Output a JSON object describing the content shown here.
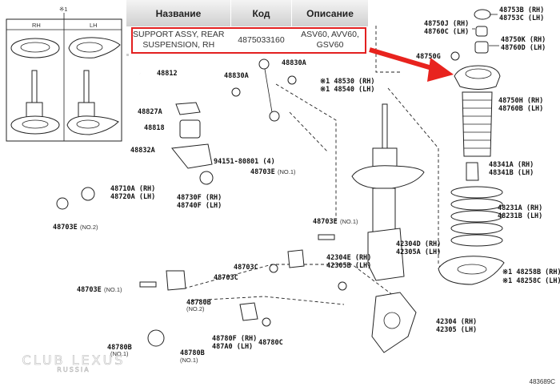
{
  "table": {
    "headers": [
      "Название",
      "Код",
      "Описание"
    ],
    "rows": [
      {
        "name": "SUPPORT ASSY, REAR SUSPENSION, RH",
        "code": "4875033160",
        "description": "ASV60, AVV60, GSV60",
        "highlighted": true
      }
    ],
    "highlight_color": "#e32020"
  },
  "inset": {
    "marker": "※1",
    "columns": [
      "RH",
      "LH"
    ]
  },
  "labels": {
    "l48753": [
      "48753B (RH)",
      "48753C (LH)"
    ],
    "l48750j": [
      "48750J (RH)",
      "48760C (LH)"
    ],
    "l48750k": [
      "48750K (RH)",
      "48760D (LH)"
    ],
    "l48750g": "48750G",
    "l48750h": [
      "48750H (RH)",
      "48760B (LH)"
    ],
    "l48341": [
      "48341A (RH)",
      "48341B (LH)"
    ],
    "l48231": [
      "48231A (RH)",
      "48231B (LH)"
    ],
    "l48258": [
      "※1 48258B (RH)",
      "※1 48258C (LH)"
    ],
    "l48530": [
      "※1 48530 (RH)",
      "※1 48540 (LH)"
    ],
    "l48812": "48812",
    "l48830a_1": "48830A",
    "l48830a_2": "48830A",
    "l48827a": "48827A",
    "l48818": "48818",
    "l48832a": "48832A",
    "l94151": "94151-80801 (4)",
    "l48703e_top": "48703E",
    "l48703e_top_sub": "(NO.1)",
    "l48710": [
      "48710A (RH)",
      "48720A (LH)"
    ],
    "l48703e_no2": "48703E",
    "l48703e_no2_sub": "(NO.2)",
    "l48730": [
      "48730F (RH)",
      "48740F (LH)"
    ],
    "l48703e_mid": "48703E",
    "l48703e_mid_sub": "(NO.1)",
    "l42304d": [
      "42304D (RH)",
      "42305A (LH)"
    ],
    "l42304e": [
      "42304E (RH)",
      "42305B (LH)"
    ],
    "l48703c_1": "48703C",
    "l48703c_2": "48703C",
    "l48703e_low": "48703E",
    "l48703e_low_sub": "(NO.1)",
    "l48780b_no2": "48780B",
    "l48780b_no2_sub": "(NO.2)",
    "l48780f": [
      "48780F (RH)",
      "487A0 (LH)"
    ],
    "l48780c": "48780C",
    "l48780b_l": "48780B",
    "l48780b_l_sub": "(NO.1)",
    "l48780b_r": "48780B",
    "l48780b_r_sub": "(NO.1)",
    "l42304": [
      "42304 (RH)",
      "42305 (LH)"
    ]
  },
  "watermark": {
    "main": "CLUB LEXUS",
    "sub": "RUSSIA"
  },
  "figure_code": "483689C",
  "arrow_color": "#e8231e"
}
